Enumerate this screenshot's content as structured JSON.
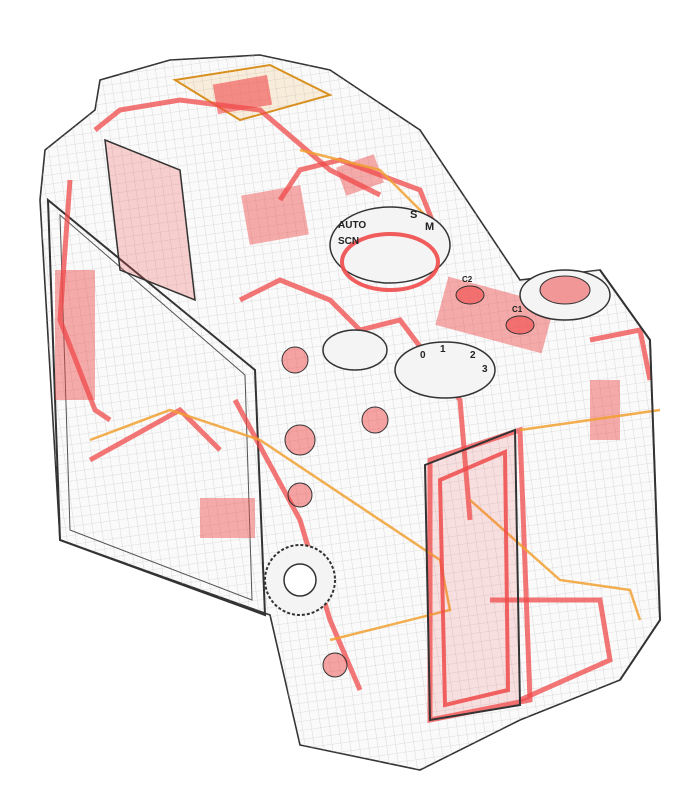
{
  "illustration": {
    "subject": "camera-body-seal-cutaway",
    "colors": {
      "body_outline": "#333333",
      "mesh": "#b8b8b8",
      "seal_red": "#f04a4a",
      "seal_orange": "#f0a030",
      "background": "#ffffff"
    },
    "mode_dial_labels": [
      "AUTO",
      "SCN",
      "M",
      "S"
    ],
    "exposure_dial_labels": [
      "0",
      "1",
      "2",
      "3"
    ],
    "button_labels": [
      "C2",
      "C1"
    ]
  }
}
